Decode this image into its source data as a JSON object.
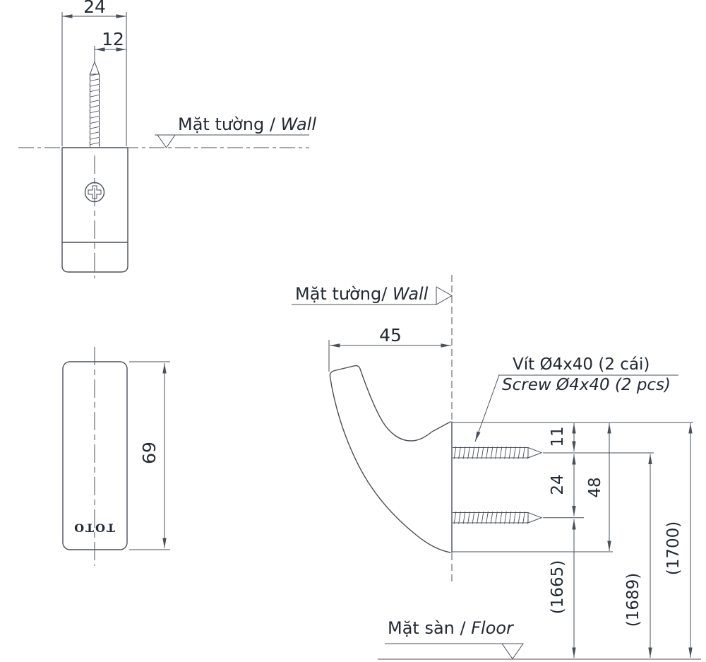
{
  "drawing": {
    "logo": "TOTO",
    "labels": {
      "wall_top_vi": "Mặt tường / ",
      "wall_top_en": "Wall",
      "wall_side_vi": "Mặt tường/ ",
      "wall_side_en": "Wall",
      "floor_vi": "Mặt sàn / ",
      "floor_en": "Floor",
      "screw_note_vi": "Vít Ø4x40 (2 cái)",
      "screw_note_en": "Screw Ø4x40 (2 pcs)"
    },
    "dims": {
      "top_width": "24",
      "top_screw_offset": "12",
      "front_height": "69",
      "side_depth": "45",
      "top_to_upper_screw": "11",
      "screw_spacing": "24",
      "mount_height": "48",
      "floor_to_lower_screw": "(1665)",
      "floor_to_upper_screw": "(1689)",
      "floor_to_top": "(1700)"
    }
  }
}
